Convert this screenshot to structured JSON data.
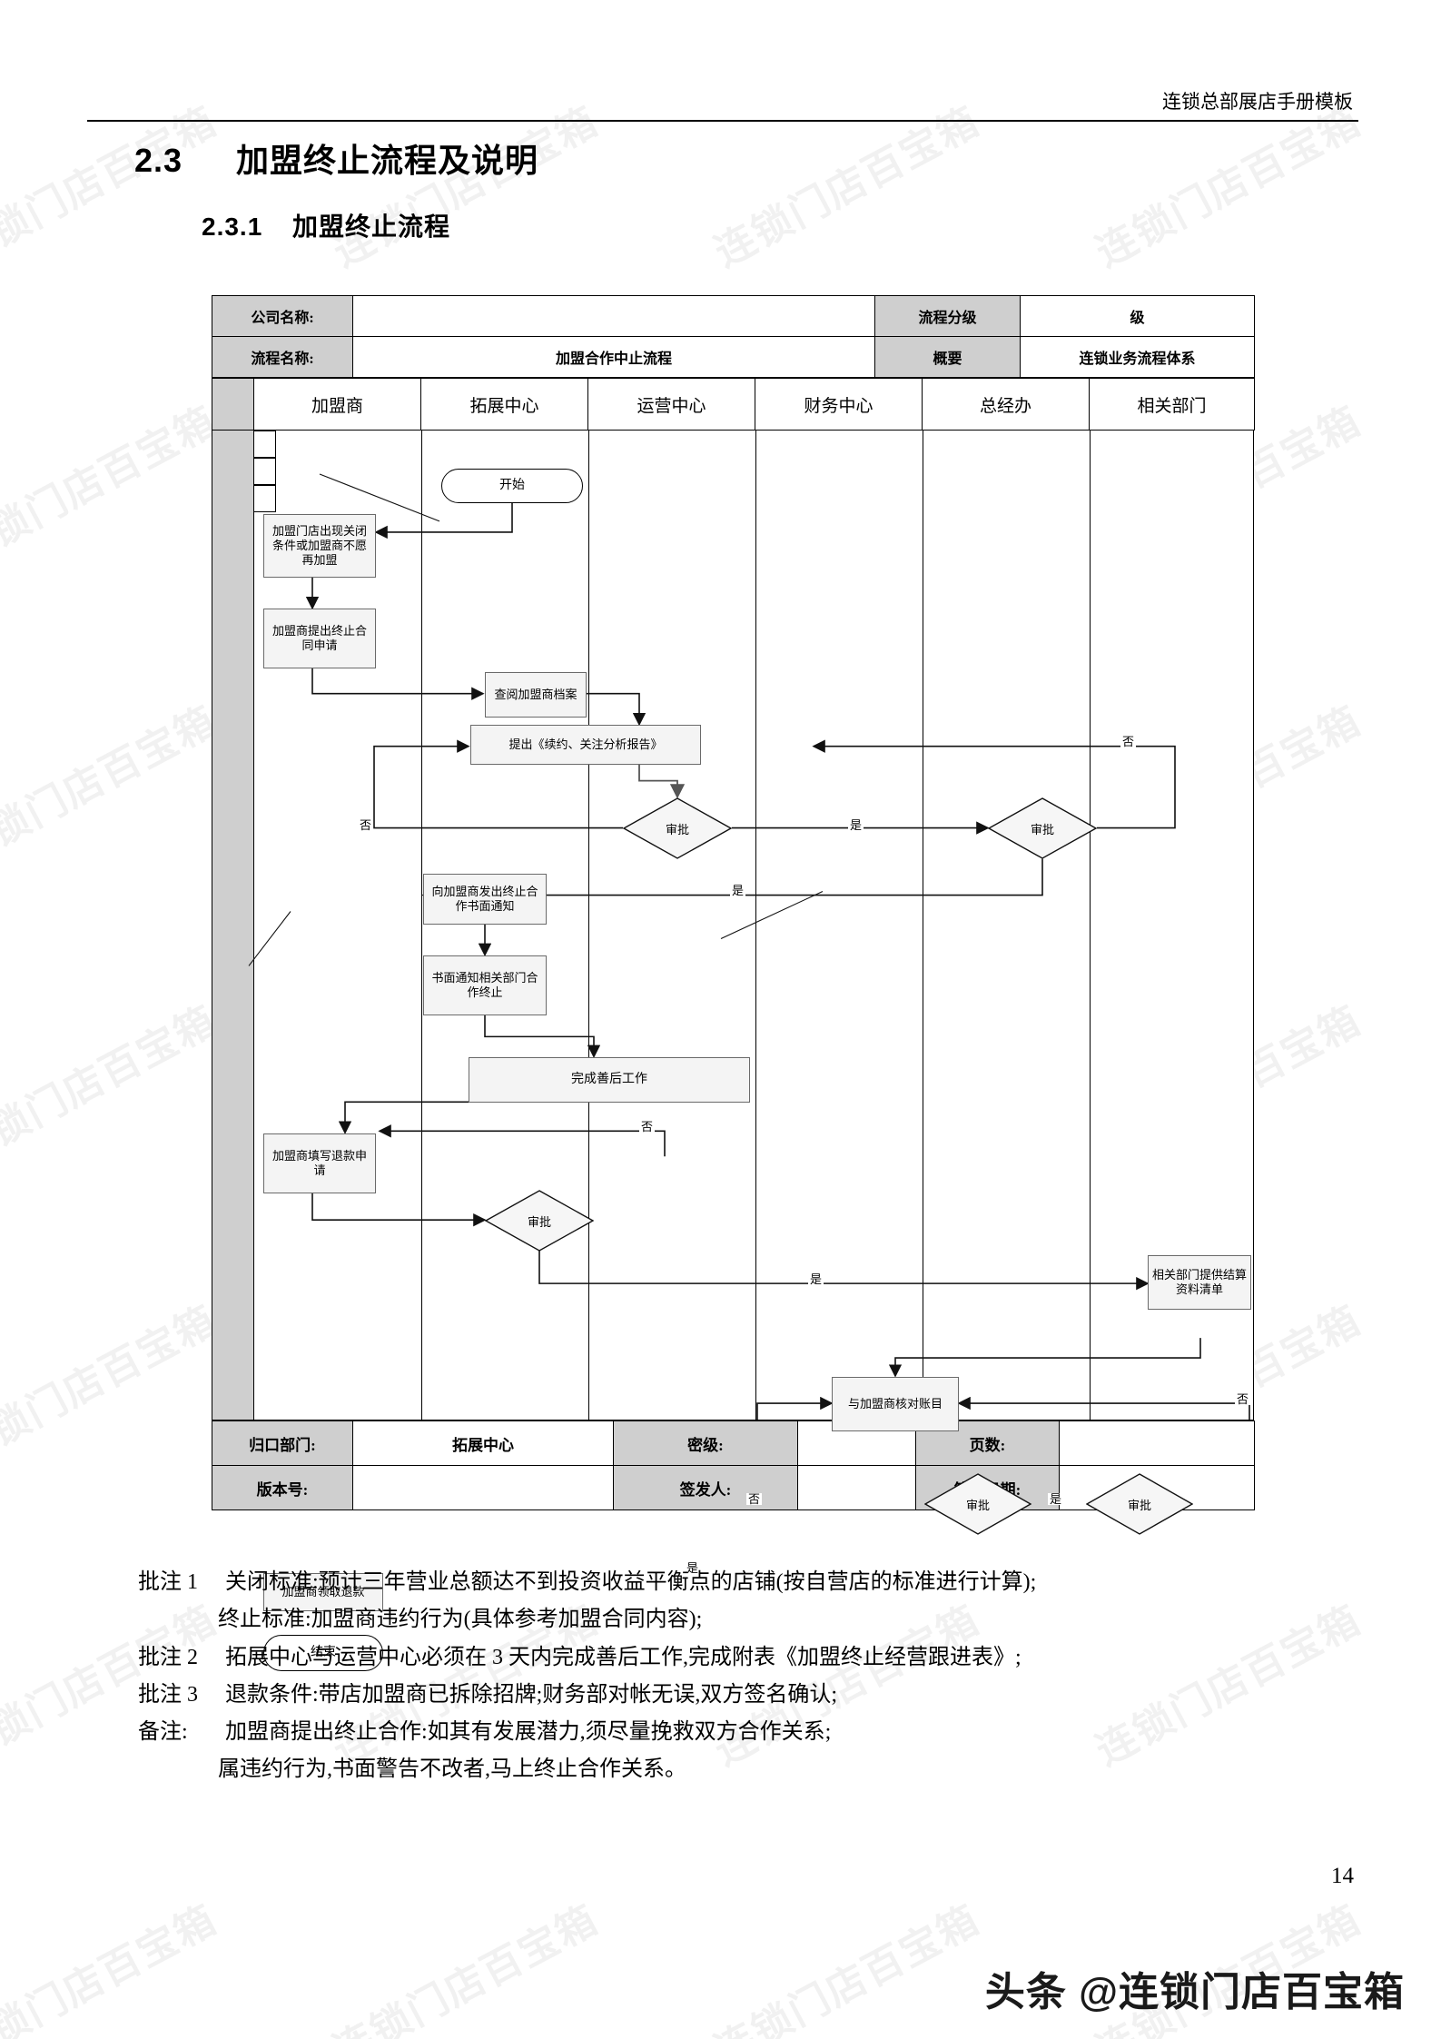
{
  "header": {
    "doc_title": "连锁总部展店手册模板"
  },
  "headings": {
    "section_num": "2.3",
    "section_title": "加盟终止流程及说明",
    "sub_num": "2.3.1",
    "sub_title": "加盟终止流程"
  },
  "chart_header": {
    "company_label": "公司名称:",
    "company_value": "",
    "grade_label": "流程分级",
    "grade_value": "级",
    "process_label": "流程名称:",
    "process_value": "加盟合作中止流程",
    "summary_label": "概要",
    "summary_value": "连锁业务流程体系"
  },
  "lanes": [
    {
      "label": "加盟商"
    },
    {
      "label": "拓展中心"
    },
    {
      "label": "运营中心"
    },
    {
      "label": "财务中心"
    },
    {
      "label": "总经办"
    },
    {
      "label": "相关部门"
    }
  ],
  "nodes": {
    "start": "开始",
    "trigger": "加盟门店出现关闭条件或加盟商不愿再加盟",
    "apply_terminate": "加盟商提出终止合同申请",
    "review_file": "查阅加盟商档案",
    "submit_report": "提出《续约、关注分析报告》",
    "approve1": "审批",
    "approve2": "审批",
    "notice_franchisee": "向加盟商发出终止合作书面通知",
    "notice_depts": "书面通知相关部门合作终止",
    "aftercare": "完成善后工作",
    "refund_apply": "加盟商填写退款申请",
    "approve3": "审批",
    "settle_list": "相关部门提供结算资料清单",
    "reconcile": "与加盟商核对账目",
    "approve4": "审批",
    "approve5": "审批",
    "receive_refund": "加盟商领取退款",
    "end": "结束",
    "note1": "批注1",
    "note2": "批注2",
    "note3": "批注3"
  },
  "edge_labels": {
    "yes": "是",
    "no": "否"
  },
  "chart_footer": {
    "owner_label": "归口部门:",
    "owner_value": "拓展中心",
    "secrecy_label": "密级:",
    "secrecy_value": "",
    "pages_label": "页数:",
    "pages_value": "",
    "version_label": "版本号:",
    "version_value": "",
    "issuer_label": "签发人:",
    "issuer_value": "",
    "issue_date_label": "签发日期:",
    "issue_date_value": ""
  },
  "annotations": [
    {
      "label": "批注 1",
      "text": "关闭标准:预计三年营业总额达不到投资收益平衡点的店铺(按自营店的标准进行计算);",
      "indent": false
    },
    {
      "label": "",
      "text": "终止标准:加盟商违约行为(具体参考加盟合同内容);",
      "indent": true
    },
    {
      "label": "批注 2",
      "text": "拓展中心与运营中心必须在 3 天内完成善后工作,完成附表《加盟终止经营跟进表》;",
      "indent": false
    },
    {
      "label": "批注 3",
      "text": "退款条件:带店加盟商已拆除招牌;财务部对帐无误,双方签名确认;",
      "indent": false
    },
    {
      "label": "备注:",
      "text": "加盟商提出终止合作:如其有发展潜力,须尽量挽救双方合作关系;",
      "indent": false
    },
    {
      "label": "",
      "text": "属违约行为,书面警告不改者,马上终止合作关系。",
      "indent": true
    }
  ],
  "page_number": "14",
  "brand": "头条 @连锁门店百宝箱",
  "watermark_text": "连锁门店百宝箱",
  "colors": {
    "shade": "#cfcfcf",
    "node_fill": "#f4f4f4",
    "node_border": "#6a6a6a",
    "line": "#000000"
  }
}
